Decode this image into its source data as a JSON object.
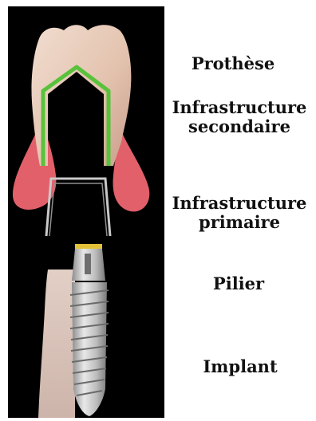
{
  "labels": {
    "prothese": "Prothèse",
    "infrastructure_secondaire": [
      "Infrastructure",
      "secondaire"
    ],
    "infrastructure_primaire": [
      "Infrastructure",
      "primaire"
    ],
    "pilier": "Pilier",
    "implant": "Implant"
  },
  "colors": {
    "background": "#000000",
    "crown": "#e7cab6",
    "secondary_frame": "#58c23a",
    "gingiva": "#e2606a",
    "primary_frame": "#c9c9c9",
    "abutment": "#c8c8c8",
    "abutment_collar": "#e3c23a",
    "bone": "#d8c3ba"
  },
  "icons": [
    "crown-shape",
    "gingiva-shape",
    "coping-shape",
    "abutment-shape",
    "implant-screw-shape"
  ]
}
